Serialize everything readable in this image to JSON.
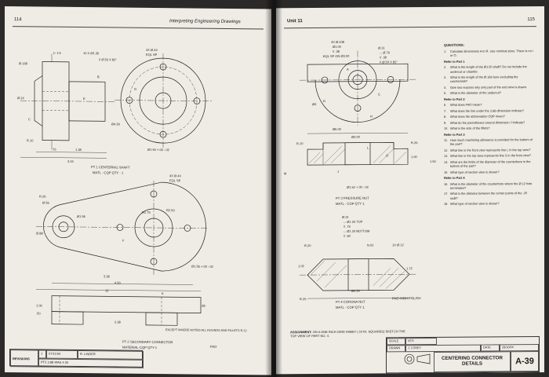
{
  "left_page": {
    "page_number": "114",
    "running_head": "Interpreting Engineering Drawings",
    "part1": {
      "caption": "PT 1  CENTERING SHAFT",
      "material": "MATL - CQP     QTY - 1",
      "dims": [
        "▷ 1:6",
        "10 X Ø1.36",
        "4X Ø.44",
        "EQL SP",
        "\\/ Ø.50 X 82°",
        "Ø.168",
        "Ø.24",
        "Ø4.50",
        "Ø1.50 +.00 -.02",
        "R.10",
        ".75",
        "1.38",
        "3.24",
        "C",
        "B",
        "E",
        "G"
      ]
    },
    "part2": {
      "caption": "PT 2  SECONDARY CONNECTOR",
      "material": "MATERIAL-CQP      QTY-1",
      "finish": "FAO",
      "dims": [
        "4X Ø.44",
        "EQL SP",
        "R.26",
        "Ø.56",
        "R2.50",
        "R1.75",
        "Ø1.56",
        "Ø.88",
        "Ø1.56 +.00 -.02",
        "3.38",
        "4.50",
        "1.00",
        ".50",
        ".38",
        "2.38",
        "12",
        "K",
        "F"
      ],
      "note": "EXCEPT WHERE NOTED ALL ROUNDS AND FILLETS R.12"
    },
    "revisions": {
      "label": "REVISIONS",
      "num": "1",
      "date": "07/11/04",
      "by": "R. LINDER",
      "change": "PT2 3.88 WAS 4.00"
    }
  },
  "right_page": {
    "page_number": "115",
    "running_head": "Unit 11",
    "part3": {
      "caption": "PT 3  PRESSURE NUT",
      "material": "MATL - COP    QTY 1",
      "dims": [
        "4X Ø.438",
        "Ø1.00",
        "\\/ .38",
        "EQL SP ON Ø3.00",
        "Ø.31",
        "⌴ Ø.76",
        "\\/ .38",
        "\\/ Ø.50 X 82°",
        "A",
        "C",
        "D",
        "H",
        "Ø4",
        "Ø6.00",
        "Ø3.00",
        "R.10",
        "R.26",
        "1.00",
        "1.50",
        "Ø1.52 +.00 -.02",
        "L",
        "J",
        "O",
        "M"
      ]
    },
    "part4": {
      "caption": "PT 4  CORONA NUT",
      "material": "MATL - COP   QTY 1",
      "finish": "FAO HIGH POLISH",
      "dims": [
        "Ø.31",
        "⌴ Ø1.25 TOP",
        "\\/ .75",
        "⌴ Ø1.20 BOTTOM",
        "\\/ .60",
        "R.20",
        "N.02",
        "1X Ø.12",
        "1.02",
        "1.72",
        "Ø4.50",
        "R.25"
      ]
    },
    "questions_title": "QUESTIONS:",
    "questions": [
      {
        "n": "1.",
        "t": "Calculate dimensions A to R. Use nominal sizes. There is no I or O."
      },
      {
        "sec": "Refer to Part 1"
      },
      {
        "n": "2.",
        "t": "What is the length of the Ø1.50 shaft? Do not include the undercut or chamfer."
      },
      {
        "n": "3.",
        "t": "What is the length of the Ø.168 bore excluding the countersink?"
      },
      {
        "n": "4.",
        "t": "Give two reasons why only part of the end view is drawn."
      },
      {
        "n": "5.",
        "t": "What is the diameter of the undercut?"
      },
      {
        "sec": "Refer to Part 2"
      },
      {
        "n": "6.",
        "t": "What does FAO mean?"
      },
      {
        "n": "7.",
        "t": "What does the line under the 3.88 dimension indicate?"
      },
      {
        "n": "8.",
        "t": "What does the abbreviation CQP mean?"
      },
      {
        "n": "9.",
        "t": "What do the parentheses around dimension J indicate?"
      },
      {
        "n": "10.",
        "t": "What is the size of the fillets?"
      },
      {
        "sec": "Refer to Part 3"
      },
      {
        "n": "11.",
        "t": "How much machining allowance is provided for the bottom of the part?"
      },
      {
        "n": "12.",
        "t": "What line in the front view represents line L in the top view?"
      },
      {
        "n": "13.",
        "t": "What line in the top view represents line S in the front view?"
      },
      {
        "n": "14.",
        "t": "What are the limits of the diameter of the counterbore in the bottom of the part?"
      },
      {
        "n": "15.",
        "t": "What type of section view is shown?"
      },
      {
        "sec": "Refer to Part 4"
      },
      {
        "n": "16.",
        "t": "What is the diameter of the counterbore where the Ø.12 hole terminates?"
      },
      {
        "n": "17.",
        "t": "What is the distance between the center points of the .25 radii?"
      },
      {
        "n": "18.",
        "t": "What type of section view is shown?"
      }
    ],
    "assignment_label": "ASSIGNMENT:",
    "assignment_text": "ON A ONE INCH GRID SHEET (.10 IN. SQUARES) SKETCH THE TOP VIEW OF PART NO. 4.",
    "title_block": {
      "scale_label": "SCALE",
      "scale_value": "NTS",
      "drawn_label": "DRAWN",
      "drawn_value": "J. LONEY",
      "date_label": "DATE",
      "date_value": "28/10/04",
      "title": "CENTERING CONNECTOR DETAILS",
      "number": "A-39"
    }
  }
}
